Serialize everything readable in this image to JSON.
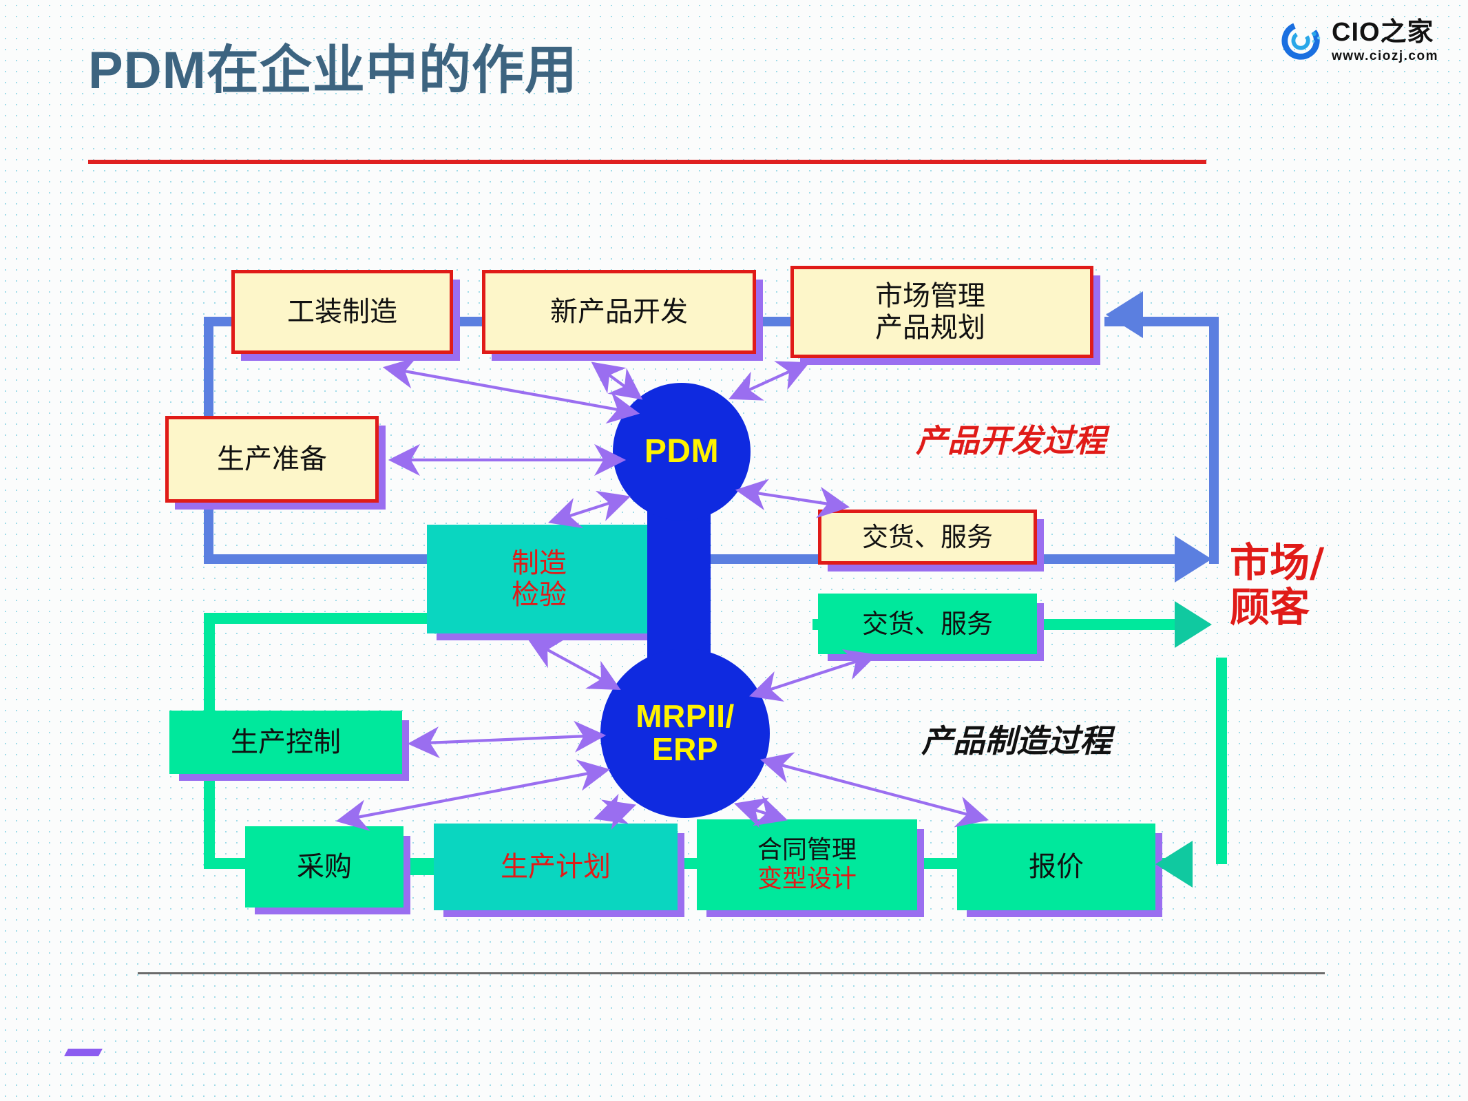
{
  "slide": {
    "title": "PDM在企业中的作用",
    "logo": {
      "name": "CIO之家",
      "url": "www.ciozj.com",
      "icon": "cio-circle-logo-icon"
    }
  },
  "diagram": {
    "type": "flow-diagram",
    "top_row": [
      {
        "id": "tooling-manufacture",
        "label": "工装制造",
        "style": "yellow"
      },
      {
        "id": "new-product-development",
        "label": "新产品开发",
        "style": "yellow"
      },
      {
        "id": "market-management",
        "label_line1": "市场管理",
        "label_line2": "产品规划",
        "style": "yellow"
      }
    ],
    "left_upper": {
      "id": "production-preparation",
      "label": "生产准备",
      "style": "yellow"
    },
    "center_boxes": [
      {
        "id": "manufacture-inspection",
        "label_line1": "制造",
        "label_line2": "检验",
        "style": "teal",
        "text_color": "red"
      }
    ],
    "delivery_boxes": [
      {
        "id": "delivery-service-development",
        "label": "交货、服务",
        "style": "yellow"
      },
      {
        "id": "delivery-service-manufacture",
        "label": "交货、服务",
        "style": "green"
      }
    ],
    "hubs": [
      {
        "id": "pdm-hub",
        "label": "PDM"
      },
      {
        "id": "mrpii-erp-hub",
        "label_line1": "MRPII/",
        "label_line2": "ERP"
      }
    ],
    "left_lower": {
      "id": "production-control",
      "label": "生产控制",
      "style": "green"
    },
    "bottom_row": [
      {
        "id": "purchasing",
        "label": "采购",
        "style": "green"
      },
      {
        "id": "production-plan",
        "label": "生产计划",
        "style": "teal",
        "text_color": "red"
      },
      {
        "id": "contract-management",
        "label_line1": "合同管理",
        "label_line2": "变型设计",
        "style": "green"
      },
      {
        "id": "quotation",
        "label": "报价",
        "style": "green"
      }
    ],
    "annotations": [
      {
        "id": "product-development-process",
        "label": "产品开发过程",
        "color": "#e01b18"
      },
      {
        "id": "product-manufacturing-process",
        "label": "产品制造过程",
        "color": "#111111"
      },
      {
        "id": "market-customer",
        "label_line1": "市场/",
        "label_line2": "顾客",
        "color": "#e01b18"
      }
    ],
    "colors": {
      "title": "#3d6480",
      "rule": "#e01b18",
      "box_yellow_fill": "#fdf6c9",
      "box_yellow_border": "#e01b18",
      "box_green_fill": "#00e89c",
      "box_teal_fill": "#0ad6c0",
      "shadow": "#9a6ef0",
      "hub_fill": "#0f2ae0",
      "hub_text": "#fff200",
      "flow_blue": "#5b7fe0",
      "flow_green": "#00e89c",
      "arrow_purple": "#9a6ef0"
    }
  }
}
